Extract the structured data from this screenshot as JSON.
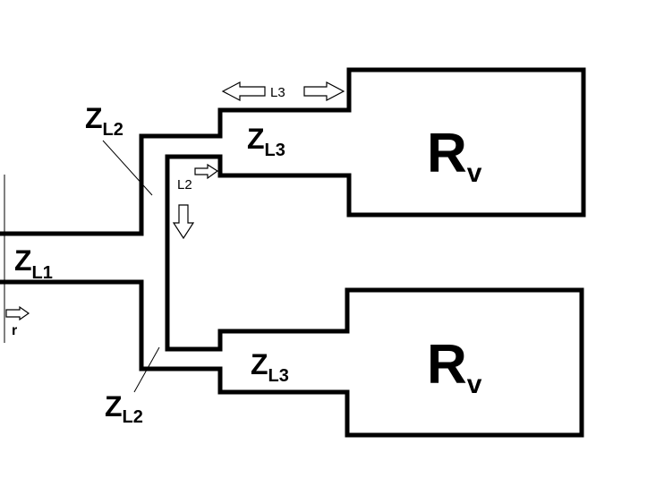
{
  "labels": {
    "zl1": {
      "main": "Z",
      "sub": "L1"
    },
    "zl2_top": {
      "main": "Z",
      "sub": "L2"
    },
    "zl2_bottom": {
      "main": "Z",
      "sub": "L2"
    },
    "zl3_top": {
      "main": "Z",
      "sub": "L3"
    },
    "zl3_bottom": {
      "main": "Z",
      "sub": "L3"
    },
    "rv_top": {
      "main": "R",
      "sub": "v"
    },
    "rv_bottom": {
      "main": "R",
      "sub": "v"
    },
    "l2": "L2",
    "l3": "L3",
    "r": "r"
  }
}
